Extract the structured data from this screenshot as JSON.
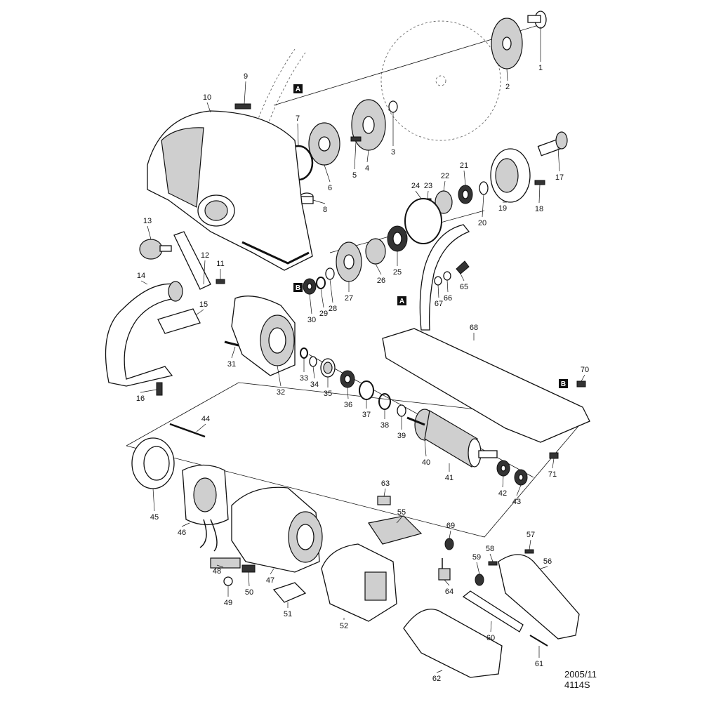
{
  "diagram": {
    "labels": [
      "1",
      "2",
      "3",
      "4",
      "5",
      "6",
      "7",
      "8",
      "9",
      "10",
      "11",
      "12",
      "13",
      "14",
      "15",
      "16",
      "17",
      "18",
      "19",
      "20",
      "21",
      "22",
      "23",
      "24",
      "25",
      "26",
      "27",
      "28",
      "29",
      "30",
      "31",
      "32",
      "33",
      "34",
      "35",
      "36",
      "37",
      "38",
      "39",
      "40",
      "41",
      "42",
      "43",
      "44",
      "45",
      "46",
      "47",
      "48",
      "49",
      "50",
      "51",
      "52",
      "55",
      "56",
      "57",
      "58",
      "59",
      "60",
      "61",
      "62",
      "63",
      "64",
      "65",
      "66",
      "67",
      "68",
      "69",
      "70",
      "71"
    ],
    "section_markers": [
      "A",
      "B"
    ],
    "footer": {
      "date": "2005/11",
      "model": "4114S"
    }
  }
}
